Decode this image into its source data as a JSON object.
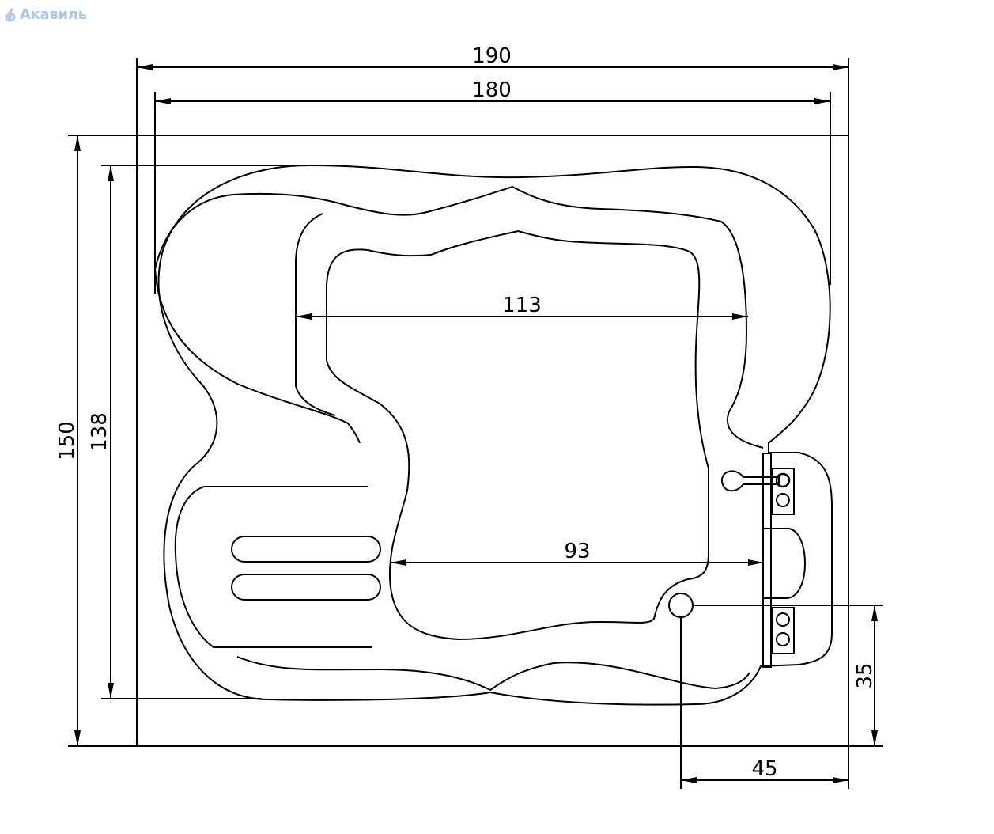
{
  "brand": {
    "logo_text": "Акавиль",
    "logo_color": "#a9c8ea",
    "icon": "drop-hand-icon"
  },
  "drawing": {
    "line_color": "#000000",
    "background": "#ffffff",
    "dimensions": {
      "outer_width": "190",
      "inner_width": "180",
      "outer_height": "150",
      "inner_height": "138",
      "seat_span": "113",
      "floor_span": "93",
      "drain_offset_y": "35",
      "drain_offset_x": "45"
    }
  }
}
